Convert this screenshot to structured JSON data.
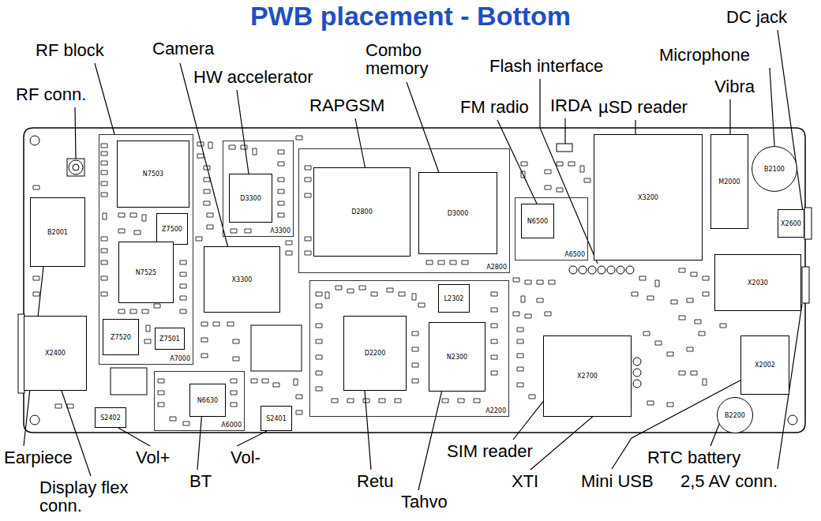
{
  "diagram": {
    "title": "PWB placement - Bottom",
    "nodes": [
      {
        "text": [
          "A7000"
        ]
      },
      {
        "text": [
          "N7503"
        ],
        "in": 0
      },
      {
        "text": [
          "Z7500"
        ],
        "in": 0
      },
      {
        "text": [
          "N7525"
        ],
        "in": 0
      },
      {
        "text": [
          "Z7520"
        ],
        "in": 0
      },
      {
        "text": [
          "Z7501"
        ],
        "in": 0
      },
      {
        "text": [
          "A3300"
        ]
      },
      {
        "text": [
          "D3300"
        ],
        "in": 6
      },
      {
        "text": [
          "X3300"
        ]
      },
      {
        "text": [
          "A2800"
        ]
      },
      {
        "text": [
          "D2800"
        ],
        "in": 9
      },
      {
        "text": [
          "D3000"
        ],
        "in": 9
      },
      {
        "text": [
          "A6500"
        ]
      },
      {
        "text": [
          "N6500"
        ],
        "in": 12
      },
      {
        "text": [
          "X3200"
        ]
      },
      {
        "text": [
          "M2000"
        ]
      },
      {
        "text": [
          "B2100"
        ]
      },
      {
        "text": [
          "X2600"
        ]
      },
      {
        "text": [
          "X2030"
        ]
      },
      {
        "text": [
          "A2200"
        ]
      },
      {
        "text": [
          "D2200"
        ],
        "in": 19
      },
      {
        "text": [
          "L2302"
        ],
        "in": 19
      },
      {
        "text": [
          "N2300"
        ],
        "in": 19
      },
      {
        "text": [
          "X2700"
        ]
      },
      {
        "text": [
          "X2002"
        ]
      },
      {
        "text": [
          "B2200"
        ]
      },
      {
        "text": [
          "A6000"
        ]
      },
      {
        "text": [
          "N6630"
        ],
        "in": 26
      },
      {
        "text": [
          "S2402"
        ]
      },
      {
        "text": [
          "S2401"
        ]
      },
      {
        "text": [
          "X2400"
        ]
      },
      {
        "text": [
          "B2001"
        ]
      }
    ],
    "labels": [
      "DC jack",
      "RF block",
      "Camera",
      "Combo memory",
      "Microphone",
      "Flash interface",
      "HW accelerator",
      "Vibra",
      "RF conn.",
      "RAPGSM",
      "FM radio",
      "IRDA",
      "µSD reader",
      "SIM reader",
      "Earpiece",
      "RTC battery",
      "Vol+",
      "Vol-",
      "BT",
      "Retu",
      "XTI",
      "Mini USB",
      "2,5 AV conn.",
      "Display flex conn.",
      "Tahvo"
    ]
  }
}
